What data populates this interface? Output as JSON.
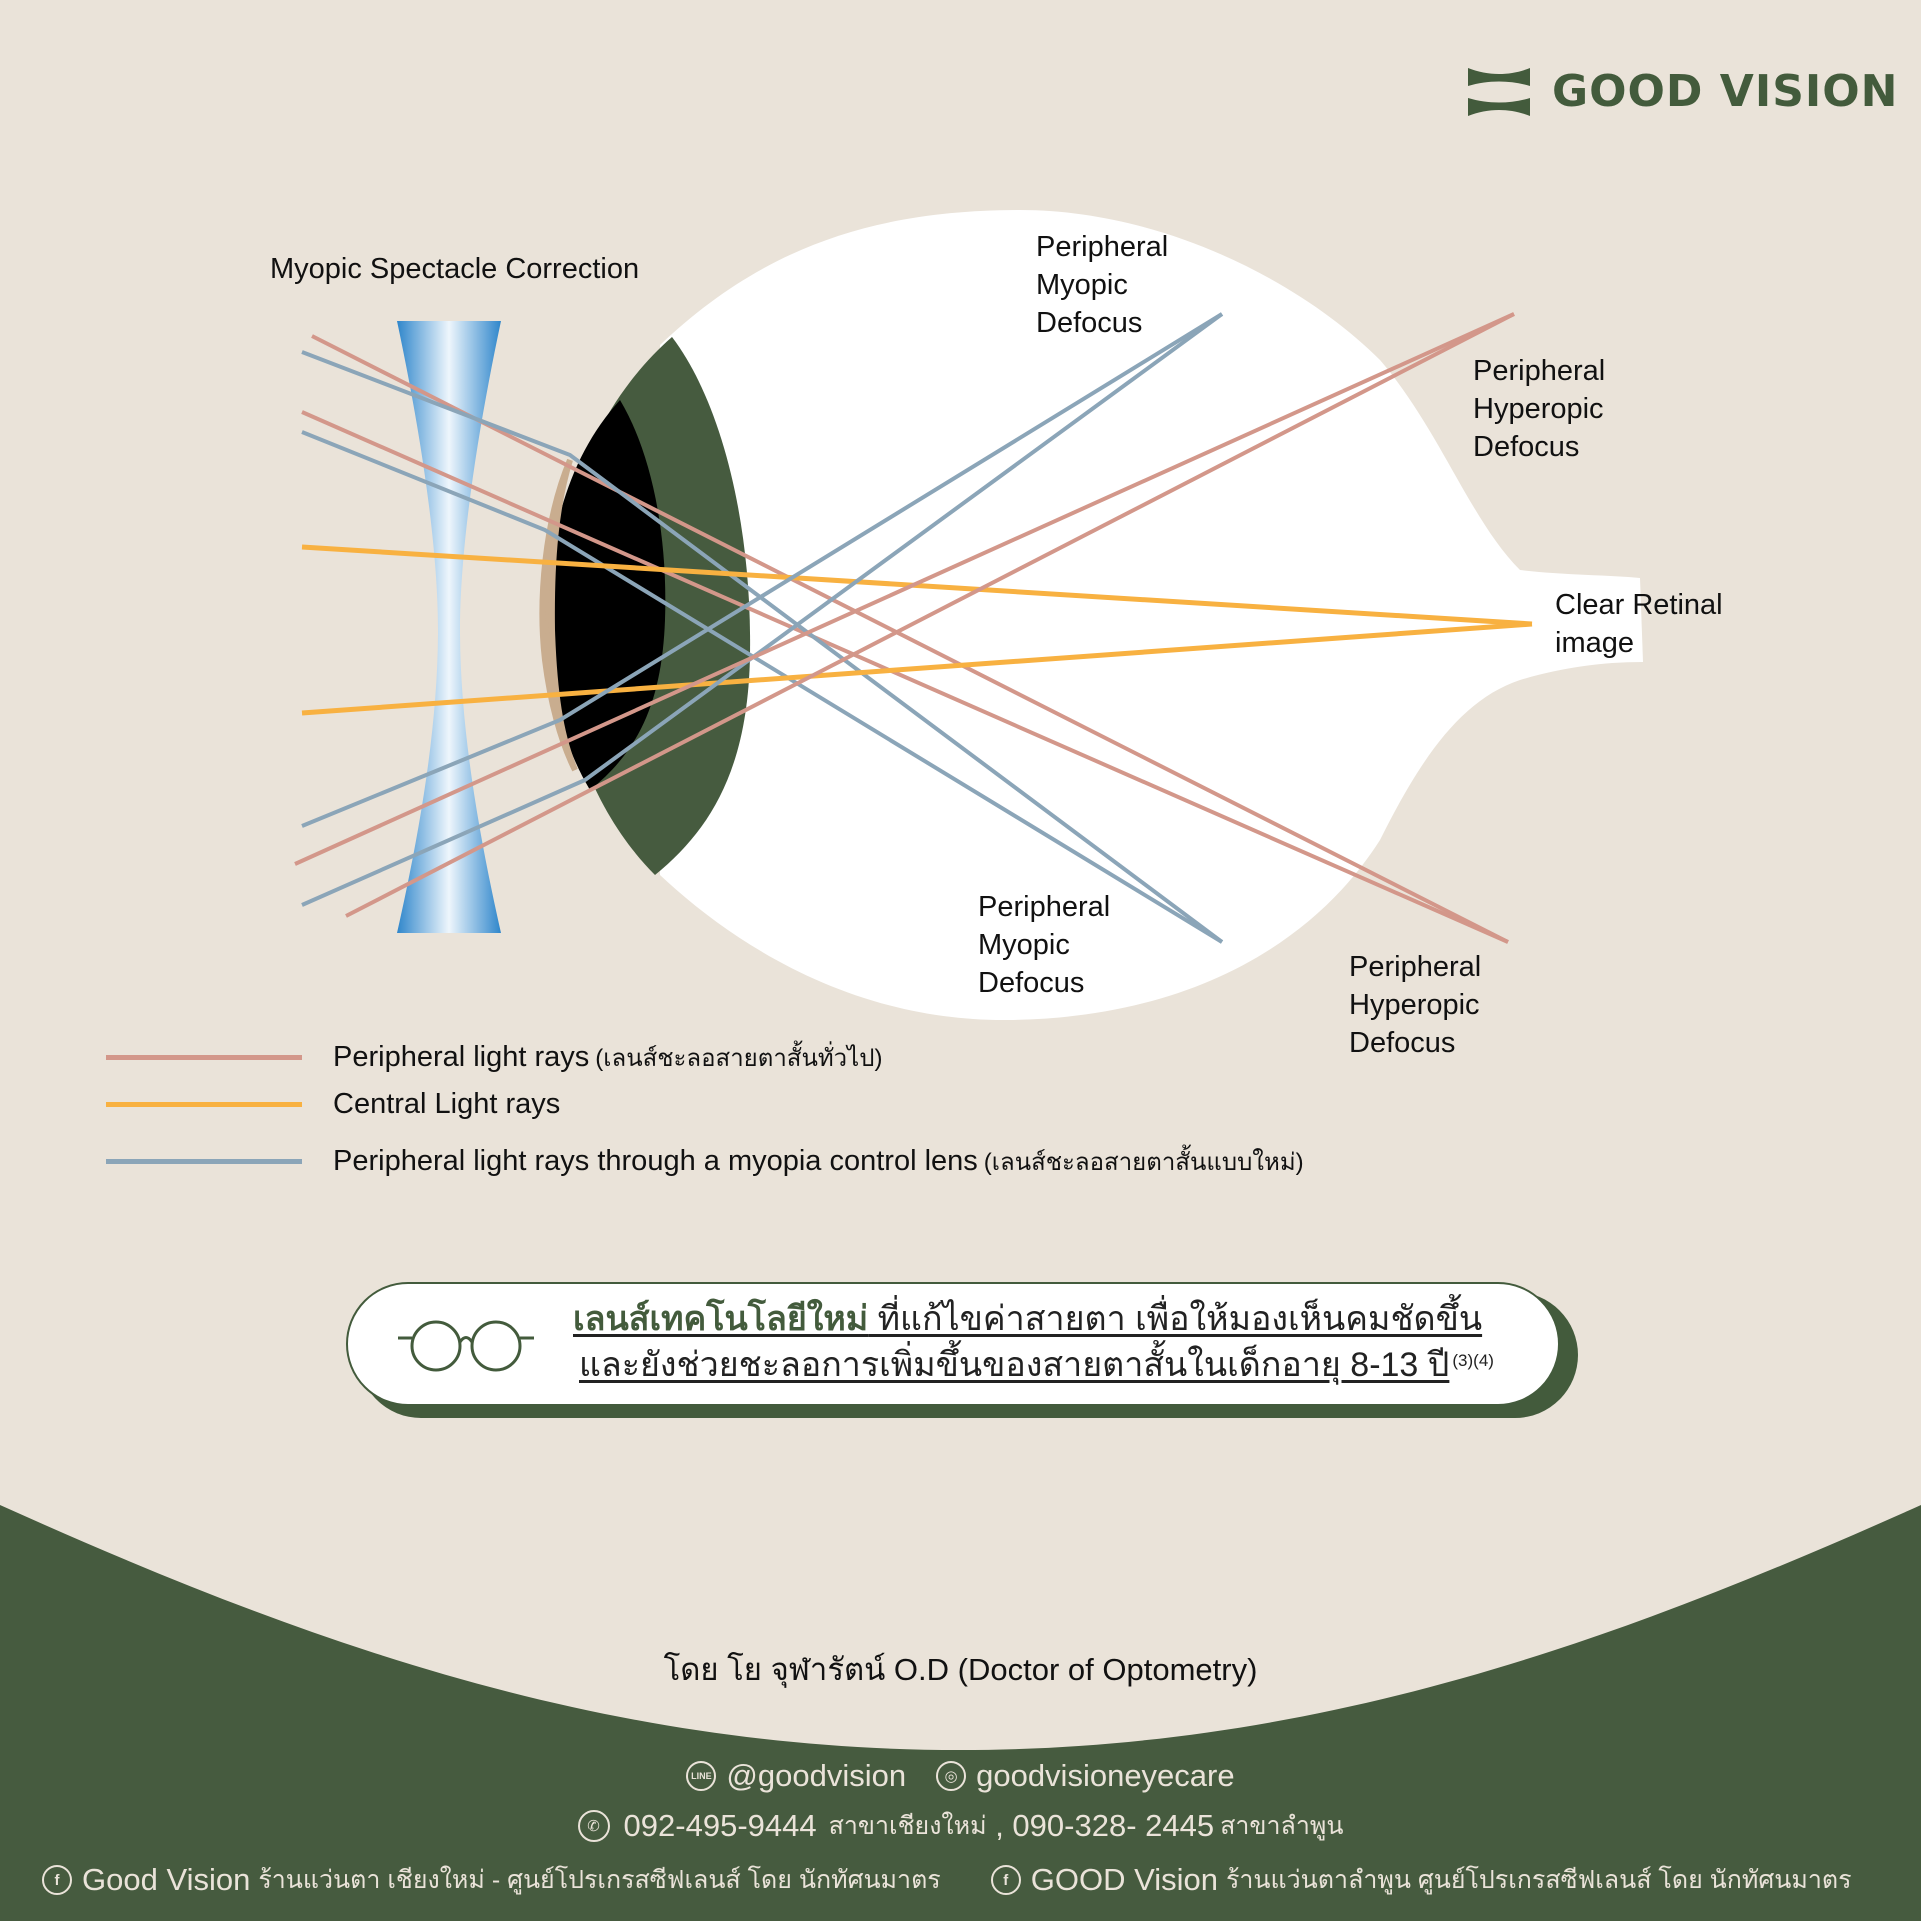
{
  "brand": {
    "name": "GOOD VISION",
    "logo_icon": "lens-mark-icon",
    "color": "#435B3C"
  },
  "diagram": {
    "title": "Myopic Spectacle Correction",
    "labels": {
      "top_myopic": [
        "Peripheral",
        "Myopic",
        "Defocus"
      ],
      "top_hyperopic": [
        "Peripheral",
        "Hyperopic",
        "Defocus"
      ],
      "clear": [
        "Clear Retinal",
        "image"
      ],
      "bottom_myopic": [
        "Peripheral",
        "Myopic",
        "Defocus"
      ],
      "bottom_hyperopic": [
        "Peripheral",
        "Hyperopic",
        "Defocus"
      ]
    },
    "colors": {
      "peripheral": "#D3978A",
      "central": "#F8B141",
      "myopia_control": "#8BA5B8",
      "eye_green": "#435B3C",
      "cornea": "#C9AD8F",
      "background": "#EAE3D9"
    }
  },
  "legend": [
    {
      "label": "Peripheral light rays",
      "sub": "(เลนส์ชะลอสายตาสั้นทั่วไป)",
      "color": "#D3978A"
    },
    {
      "label": "Central Light rays",
      "sub": "",
      "color": "#F8B141"
    },
    {
      "label": "Peripheral light rays through a myopia control lens",
      "sub": "(เลนส์ชะลอสายตาสั้นแบบใหม่)",
      "color": "#8BA5B8"
    }
  ],
  "banner": {
    "icon": "glasses-icon",
    "highlight": "เลนส์เทคโนโลยีใหม่",
    "line1_rest": " ที่แก้ไขค่าสายตา เพื่อให้มองเห็นคมชัดขึ้น",
    "line2": "และยังช่วยชะลอการเพิ่มขึ้นของสายตาสั้นในเด็กอายุ 8-13 ปี",
    "refs": "(3)(4)"
  },
  "author": "โดย โย จุฬารัตน์ O.D (Doctor of Optometry)",
  "footer": {
    "line": "@goodvision",
    "instagram": "goodvisioneyecare",
    "phone1": "092-495-9444",
    "branch1": "สาขาเชียงใหม่",
    "sep": " , ",
    "phone2": "090-328- 2445",
    "branch2": "สาขาลำพูน",
    "fb1_name": "Good Vision",
    "fb1_desc": "ร้านแว่นตา เชียงใหม่ - ศูนย์โปรเกรสซีฟเลนส์ โดย นักทัศนมาตร",
    "fb2_name": "GOOD Vision",
    "fb2_desc": "ร้านแว่นตาลำพูน ศูนย์โปรเกรสซีฟเลนส์ โดย นักทัศนมาตร"
  }
}
